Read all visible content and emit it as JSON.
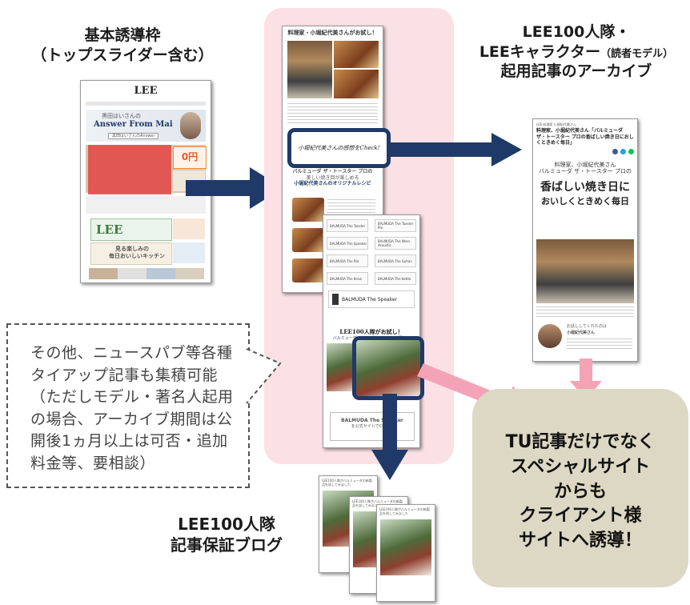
{
  "left_heading": {
    "line1": "基本誘導枠",
    "line2": "（トップスライダー含む）"
  },
  "right_heading": {
    "line1": "LEE100人隊・",
    "line2": "LEEキャラクター",
    "line2_small": "（読者モデル）",
    "line3": "起用記事のアーカイブ"
  },
  "blog_heading": {
    "line1": "LEE100人隊",
    "line2": "記事保証ブログ"
  },
  "note": "その他、ニュースパブ等各種タイアップ記事も集積可能（ただしモデル・著名人起用の場合、アーカイブ期間は公開後1ヵ月以上は可否・追加料金等、要相談）",
  "callout": [
    "TU記事だけでなく",
    "スペシャルサイト",
    "からも",
    "クライアント様",
    "サイトへ誘導！"
  ],
  "top_page": {
    "logo": "LEE",
    "banner_sub": "黒田はいさんの",
    "banner_title": "Answer From Mai",
    "banner_button": "黒田はいさんのAnswer",
    "price_banner": "0円",
    "lee_banner": "LEE",
    "bottom_banner1": "見る楽しみの",
    "bottom_banner2": "毎日おいしいキッチン"
  },
  "special_site": {
    "header": "料理家・小堀紀代美さんがお試し！",
    "check_text": "小堀紀代美さんの感想をCheck!",
    "section_title": "バルミューダ ザ・トースター プロの",
    "section_title2": "美しい焼き目が楽しめる",
    "section_title3": "小堀紀代美さんのオリジナルレシピ",
    "product_list": [
      "BALMUDA The Toaster",
      "BALMUDA The Toaster Pro",
      "BALMUDA The Speaker",
      "BALMUDA The Worn Acoustic",
      "BALMUDA The Pot",
      "BALMUDA The Gohan",
      "BALMUDA The Brew",
      "BALMUDA The Kettle"
    ],
    "speaker_label": "BALMUDA The Speaker",
    "lee100_title": "LEE100人隊がお試し！",
    "lee100_sub": "バルミューダ ザ・スピーカーのある暮らし",
    "cta_title": "BALMUDA The Speaker",
    "cta_sub": "を公式サイトでCheck!"
  },
  "article": {
    "breadcrumb": "LEE 料理家 小堀紀代美さん",
    "headline": "料理家、小堀紀代美さん「バルミューダ ザ・トースター プロの香ばしい焼き日におしくときめく毎日」",
    "image_kicker1": "料理家、小堀紀代美さん",
    "image_kicker2": "バルミューダ ザ・トースター プロの",
    "image_title1": "香ばしい焼き日に",
    "image_title2": "おいしくときめく毎日",
    "profile_title": "お話ししてくれたのは",
    "profile_name": "小堀紀代美さん"
  },
  "blog": {
    "title": "LEE100人隊がバルミューダの新製品を試してみました"
  },
  "colors": {
    "navy": "#1f3a68",
    "pink_panel": "#fbe1e6",
    "pink_arrow": "#f4a3b6",
    "tan": "#dcd8c3",
    "red_overlay": "#e23b3b"
  }
}
